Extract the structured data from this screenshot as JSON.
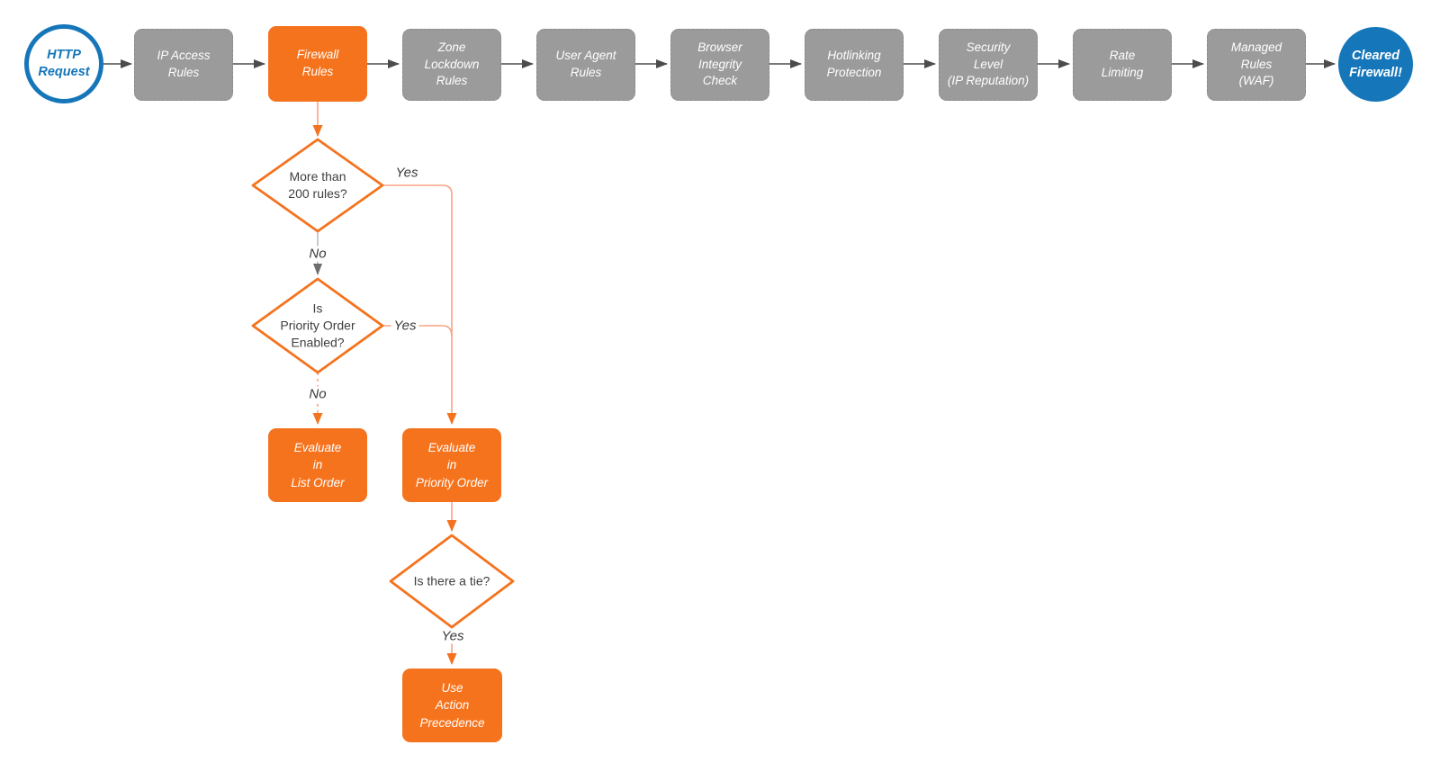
{
  "colors": {
    "orange": "#f6731d",
    "orange-stroke": "#f4731f",
    "orange-line": "#f8a383",
    "blue": "#1576b9",
    "gray-node": "#9c9b9c",
    "gray-border": "#8a8a8a",
    "dark-line": "#4c4c4c",
    "gray-line": "#b3b3b3",
    "gray-arrow": "#6e6e6e",
    "text-dark": "#3f3f3f"
  },
  "flowchart": {
    "start": {
      "label": "HTTP\nRequest"
    },
    "end": {
      "label": "Cleared\nFirewall!"
    },
    "pipeline": [
      {
        "label": "IP Access\nRules"
      },
      {
        "label": "Firewall\nRules"
      },
      {
        "label": "Zone\nLockdown\nRules"
      },
      {
        "label": "User Agent\nRules"
      },
      {
        "label": "Browser\nIntegrity\nCheck"
      },
      {
        "label": "Hotlinking\nProtection"
      },
      {
        "label": "Security\nLevel\n(IP Reputation)"
      },
      {
        "label": "Rate\nLimiting"
      },
      {
        "label": "Managed\nRules\n(WAF)"
      }
    ],
    "decisions": [
      {
        "label": "More than\n200 rules?"
      },
      {
        "label": "Is\nPriority Order\nEnabled?"
      },
      {
        "label": "Is there a tie?"
      }
    ],
    "actions": [
      {
        "label": "Evaluate\nin\nList Order"
      },
      {
        "label": "Evaluate\nin\nPriority Order"
      },
      {
        "label": "Use\nAction\nPrecedence"
      }
    ],
    "edge_labels": [
      {
        "text": "Yes"
      },
      {
        "text": "No"
      },
      {
        "text": "Yes"
      },
      {
        "text": "No"
      },
      {
        "text": "Yes"
      }
    ]
  }
}
